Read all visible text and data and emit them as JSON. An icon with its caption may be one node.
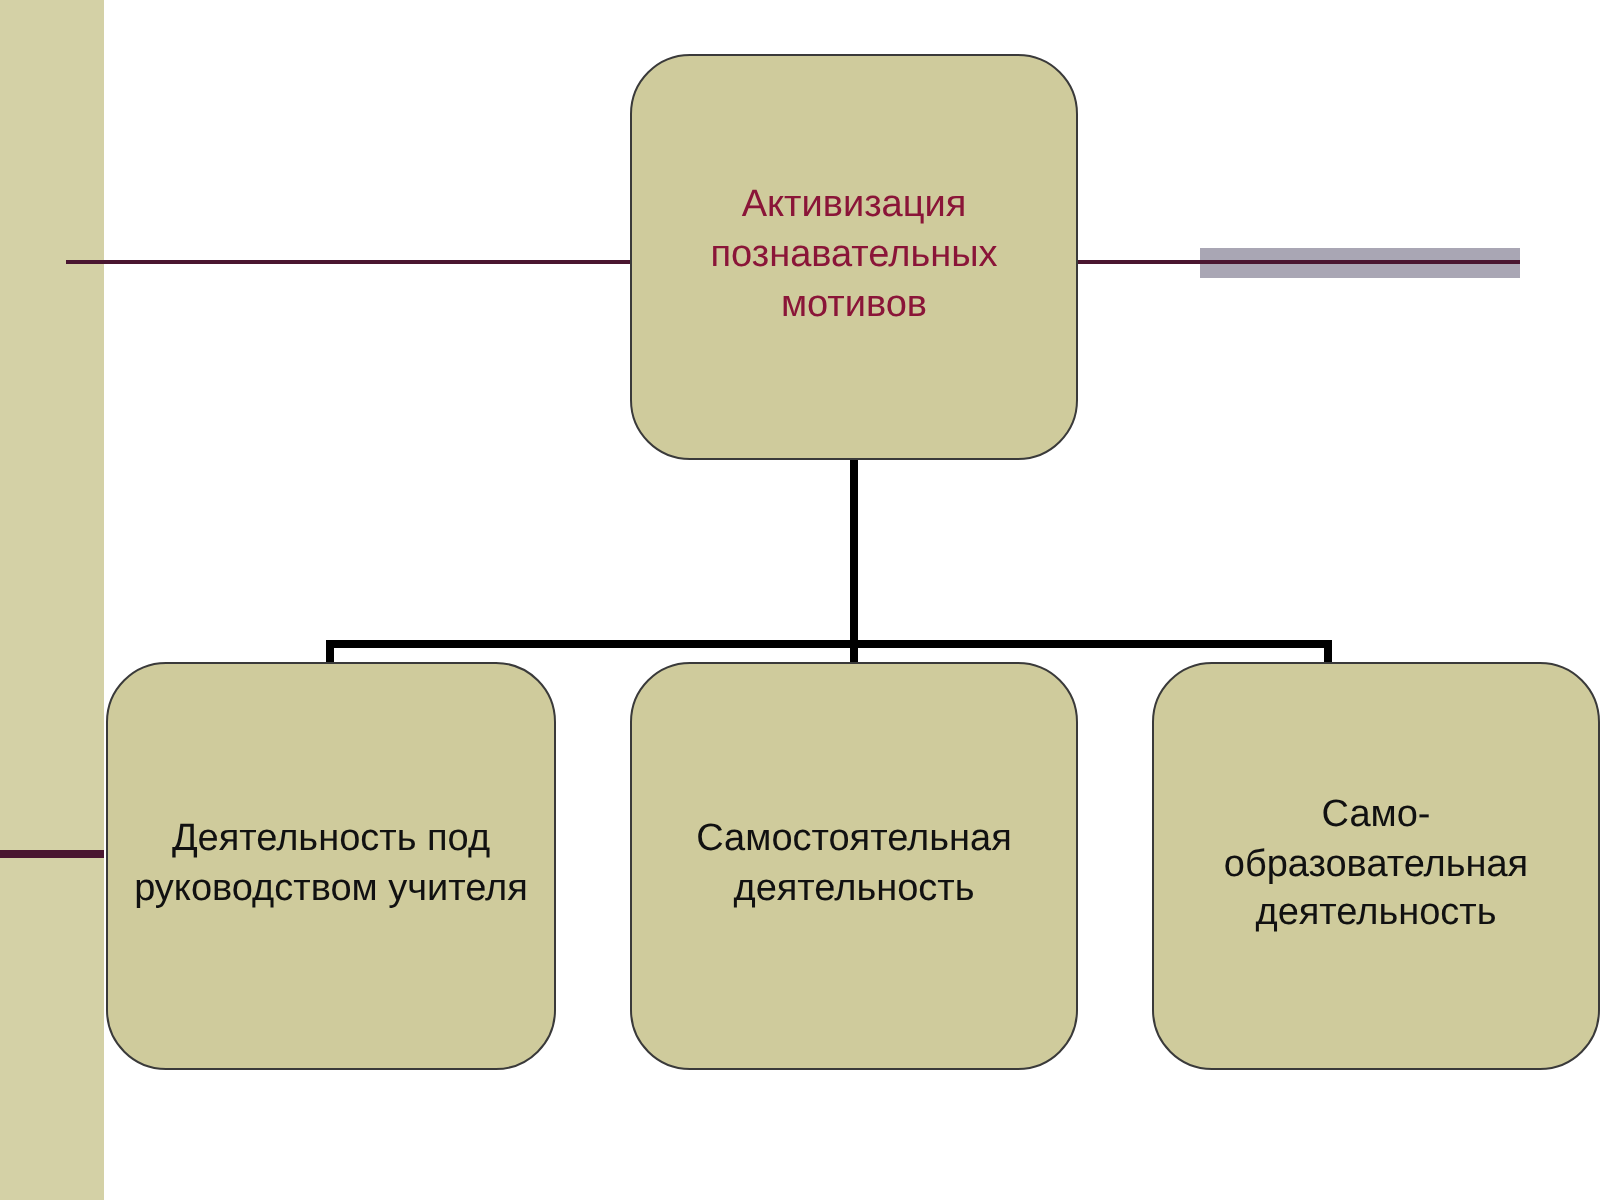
{
  "diagram": {
    "nodes": [
      {
        "text": [
          "Активизация познавательных мотивов"
        ]
      },
      {
        "text": [
          "Деятельность под руководством учителя"
        ]
      },
      {
        "text": [
          "Самостоятельная деятельность"
        ]
      },
      {
        "text": [
          "Само-образовательная деятельность"
        ]
      }
    ],
    "edges": [
      {
        "from": 0,
        "to": 1,
        "arrow": "none"
      },
      {
        "from": 0,
        "to": 2,
        "arrow": "none"
      },
      {
        "from": 0,
        "to": 3,
        "arrow": "none"
      }
    ]
  }
}
